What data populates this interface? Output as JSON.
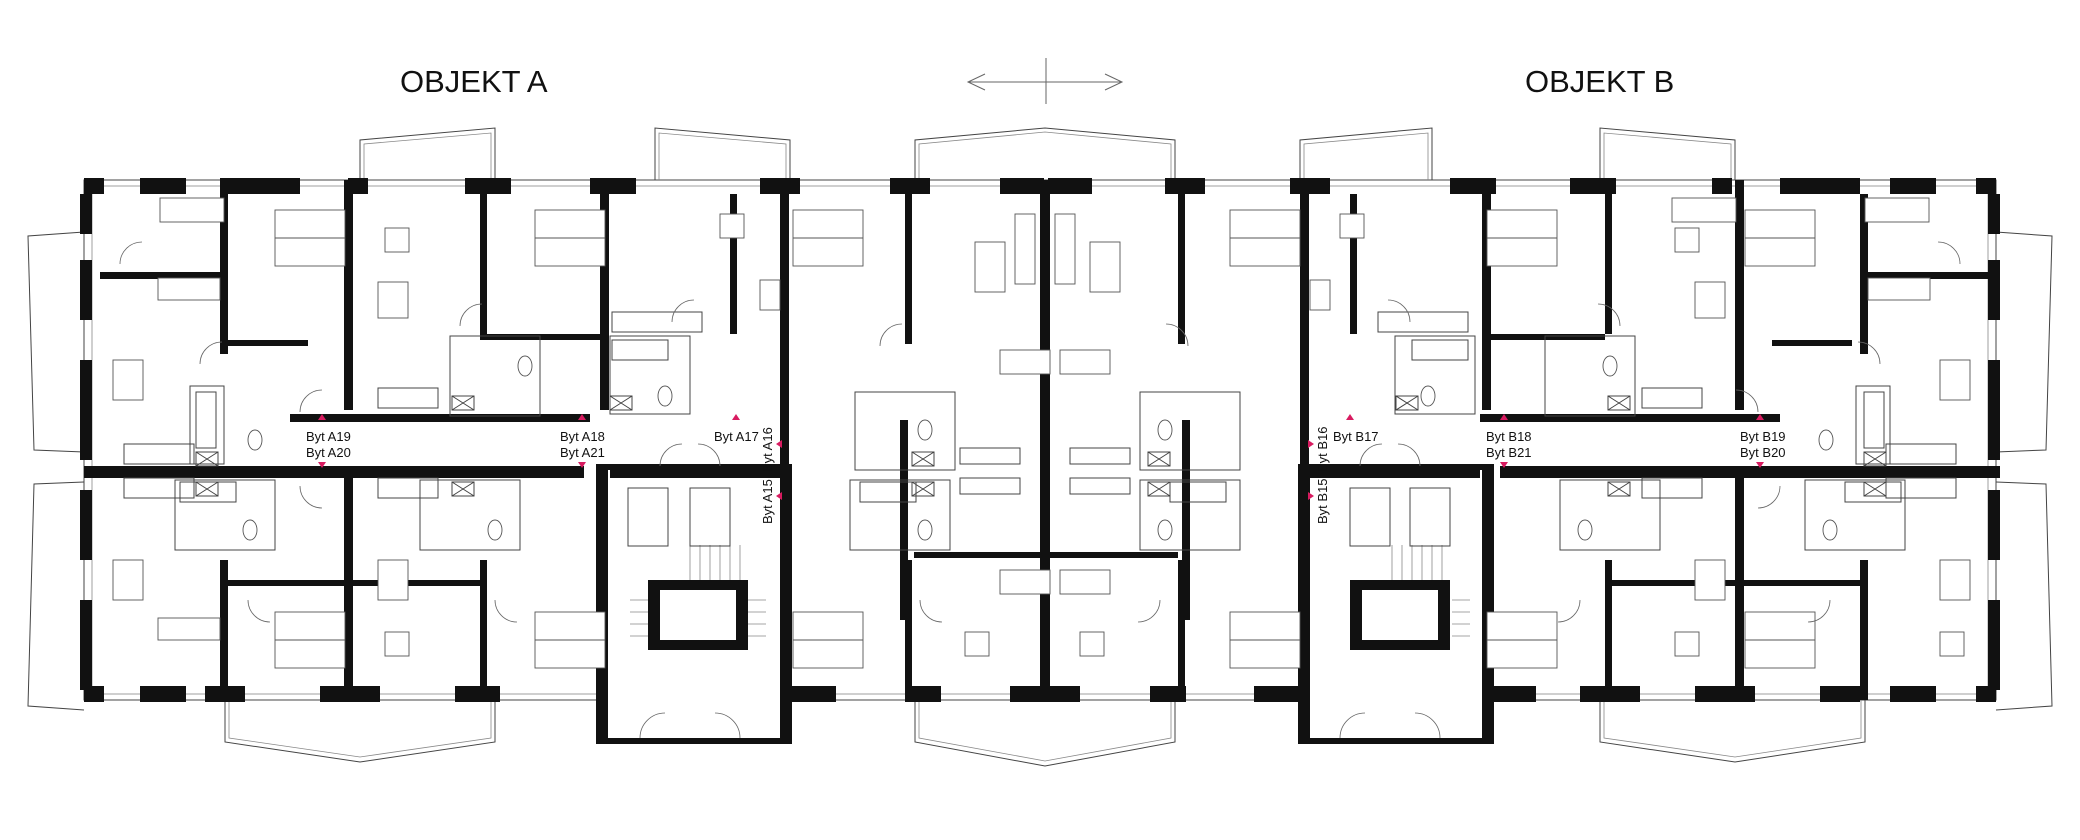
{
  "titles": {
    "objekt_a": "OBJEKT A",
    "objekt_b": "OBJEKT B"
  },
  "units": {
    "a19": "Byt A19",
    "a20": "Byt A20",
    "a18": "Byt A18",
    "a21": "Byt A21",
    "a17": "Byt A17",
    "a16": "Byt A16",
    "a15": "Byt A15",
    "b16": "Byt B16",
    "b15": "Byt B15",
    "b17": "Byt B17",
    "b18": "Byt B18",
    "b21": "Byt B21",
    "b19": "Byt B19",
    "b20": "Byt B20"
  },
  "colors": {
    "wall": "#111111",
    "line": "#555555",
    "entrance_marker": "#d81b60"
  }
}
